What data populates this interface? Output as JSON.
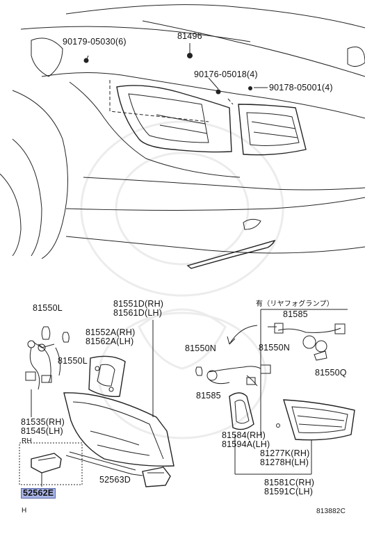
{
  "labels": {
    "bolt_upper_left": "90179-05030(6)",
    "nut_top": "81496",
    "screw_mid": "90176-05018(4)",
    "screw_right": "90178-05001(4)",
    "bulb_left": "81550L",
    "lens_gasket_rh": "81551D(RH)",
    "lens_gasket_lh": "81561D(LH)",
    "bulb_left_small": "81550L",
    "gasket_rh": "81552A(RH)",
    "gasket_lh": "81562A(LH)",
    "socket_rh": "81535(RH)",
    "socket_lh": "81545(LH)",
    "rh_note": "RH",
    "part_highlight": "52562E",
    "h_note": "H",
    "bracket": "52563D",
    "fog_note": "有（リヤフォグランプ）",
    "fog_socket": "81585",
    "bulb_n_left": "81550N",
    "bulb_n_right": "81550N",
    "bulb_q": "81550Q",
    "socket_lower": "81585",
    "cover_rh": "81584(RH)",
    "cover_lh": "81594A(LH)",
    "clip_rh": "81277K(RH)",
    "clip_lh": "81278H(LH)",
    "lamp_rh": "81581C(RH)",
    "lamp_lh": "81591C(LH)",
    "figure_code": "813882C"
  }
}
